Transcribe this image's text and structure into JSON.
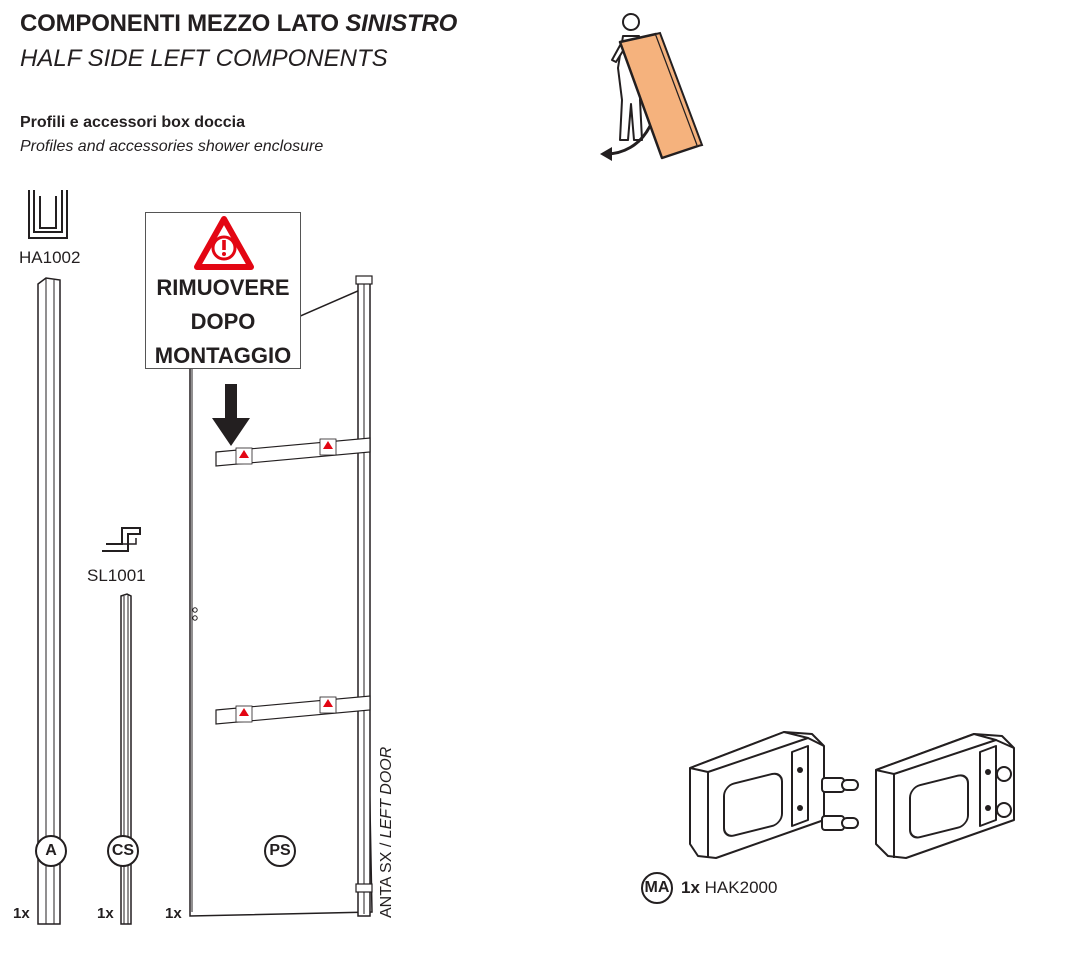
{
  "header": {
    "title_it": "COMPONENTI MEZZO LATO",
    "title_it_emph": "SINISTRO",
    "title_en": "HALF SIDE LEFT COMPONENTS"
  },
  "section": {
    "title_it": "Profili e accessori box doccia",
    "title_en": "Profiles and accessories shower enclosure"
  },
  "warning": {
    "line1": "RIMUOVERE",
    "line2": "DOPO",
    "line3": "MONTAGGIO"
  },
  "components": {
    "a": {
      "code": "HA1002",
      "label": "A",
      "qty": "1x"
    },
    "cs": {
      "code": "SL1001",
      "label": "CS",
      "qty": "1x"
    },
    "ps": {
      "label": "PS",
      "qty": "1x",
      "caption_a": "ANTA SX / ",
      "caption_b": "LEFT DOOR"
    },
    "ma": {
      "label": "MA",
      "qty": "1x",
      "code": "HAK2000"
    }
  },
  "colors": {
    "line": "#231f20",
    "warning_red": "#e30613",
    "panel_orange": "#f5b27d"
  },
  "icons": [
    "person-carrying-panel-icon",
    "warning-triangle-icon",
    "down-arrow-icon",
    "hinge-icon"
  ]
}
